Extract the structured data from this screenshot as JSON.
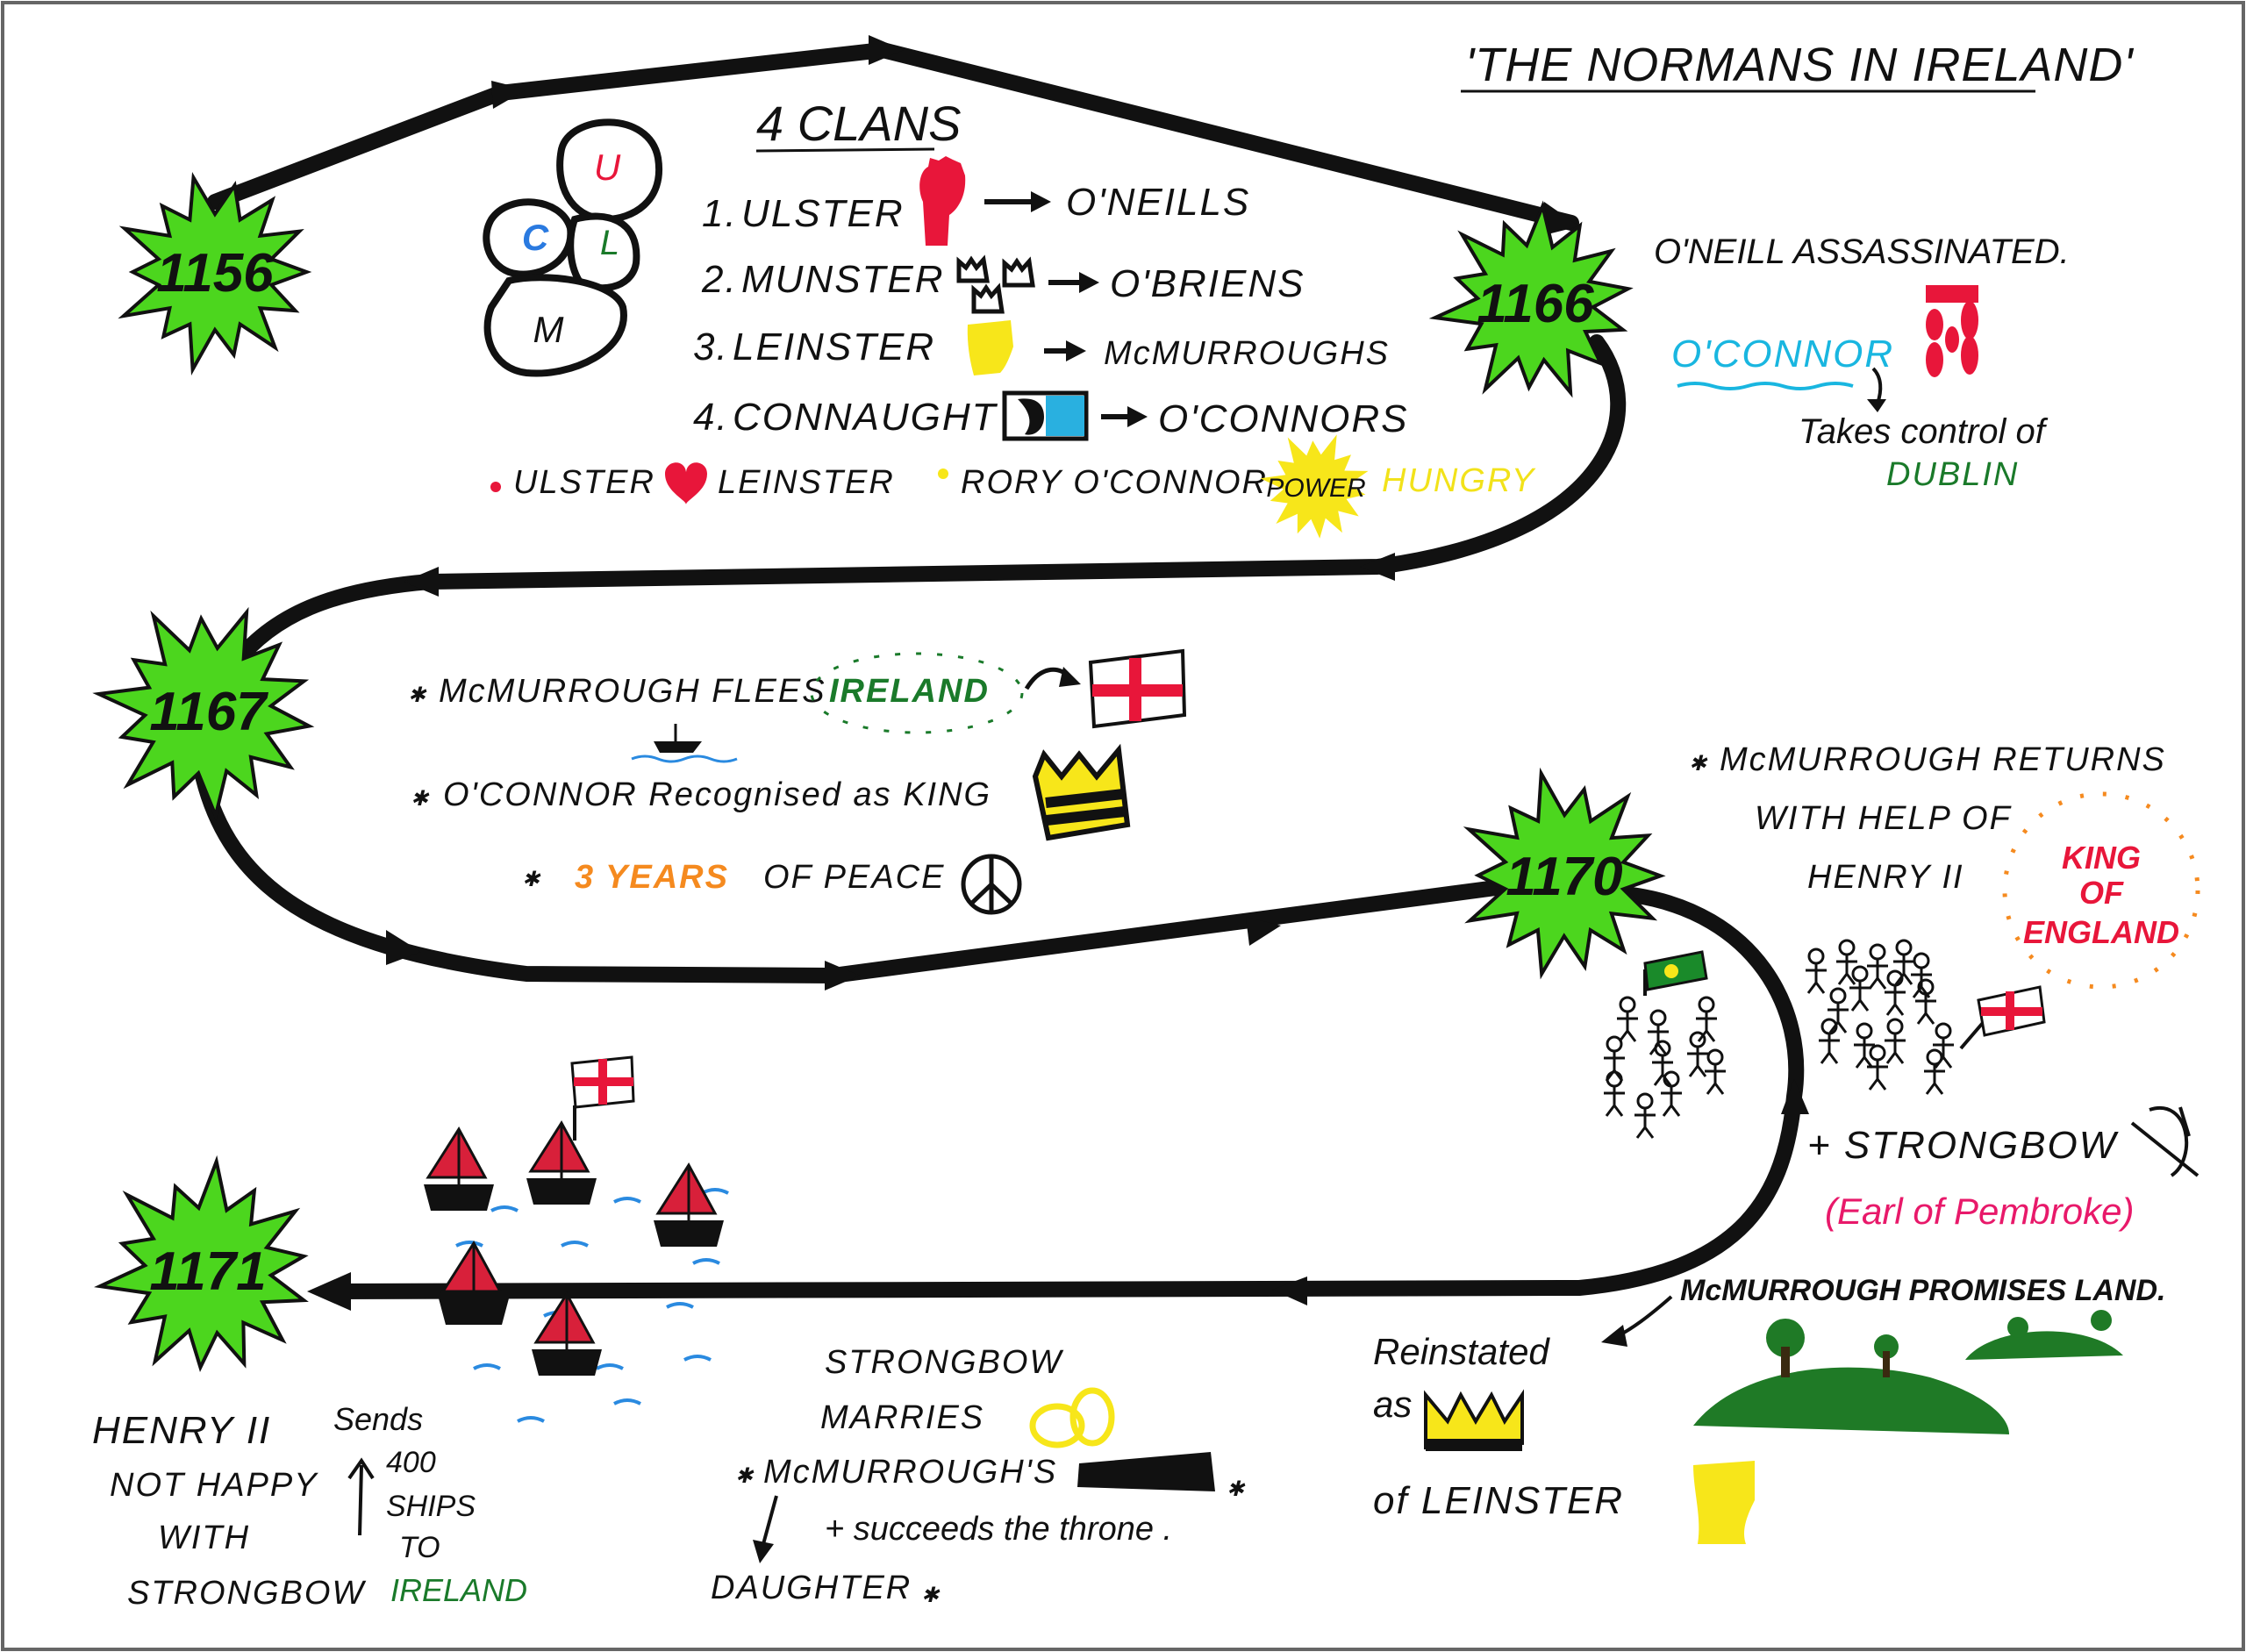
{
  "title": "'THE NORMANS IN IRELAND'",
  "colors": {
    "burst": "#4cd61e",
    "path": "#111111",
    "red": "#e8163a",
    "yellow": "#f7e61a",
    "green": "#1a7a2a",
    "cyan": "#19b6e0",
    "orange": "#f58a1f",
    "pink": "#e8196a",
    "blue": "#2a8ae0"
  },
  "timeline": {
    "years": [
      "1156",
      "1166",
      "1167",
      "1170",
      "1171"
    ]
  },
  "clans": {
    "heading": "4 CLANS",
    "map_letters": [
      "U",
      "C",
      "L",
      "M"
    ],
    "rows": [
      {
        "num": "1.",
        "province": "ULSTER",
        "family": "O'NEILLS",
        "icon": "red-hand-icon"
      },
      {
        "num": "2.",
        "province": "MUNSTER",
        "family": "O'BRIENS",
        "icon": "three-crowns-icon"
      },
      {
        "num": "3.",
        "province": "LEINSTER",
        "family": "McMURROUGHS",
        "icon": "harp-icon"
      },
      {
        "num": "4.",
        "province": "CONNAUGHT",
        "family": "O'CONNORS",
        "icon": "eagle-arm-shield-icon"
      }
    ],
    "note_ulster": "ULSTER",
    "note_leinster": "LEINSTER",
    "note_rory": "RORY O'CONNOR",
    "power_label": "POWER",
    "hungry_label": "HUNGRY"
  },
  "event_1166": {
    "oneill": "O'NEILL ASSASSINATED.",
    "oconnor": "O'CONNOR",
    "takes": "Takes control of",
    "dublin": "DUBLIN"
  },
  "event_1167": {
    "flees": "McMURROUGH FLEES",
    "ireland": "IRELAND",
    "recognised": "O'CONNOR Recognised as KING",
    "years": "3 YEARS",
    "peace": "OF PEACE"
  },
  "event_1170": {
    "returns": "McMURROUGH RETURNS",
    "help": "WITH HELP OF",
    "henry": "HENRY II",
    "king_lines": [
      "KING",
      "OF",
      "ENGLAND"
    ],
    "strongbow": "+ STRONGBOW",
    "earl": "(Earl of Pembroke)",
    "promises": "McMURROUGH PROMISES LAND.",
    "reinstated": "Reinstated",
    "as": "as",
    "of_leinster": "of LEINSTER"
  },
  "event_marriage": {
    "strongbow": "STRONGBOW",
    "marries": "MARRIES",
    "mcm": "McMURROUGH'S",
    "daughter": "DAUGHTER",
    "succeeds": "+ succeeds the throne ."
  },
  "event_1171": {
    "henry": "HENRY II",
    "sends": "Sends",
    "not_happy": "NOT HAPPY",
    "with": "WITH",
    "strongbow": "STRONGBOW",
    "count": "400",
    "ships": "SHIPS",
    "to": "TO",
    "ireland": "IRELAND"
  }
}
